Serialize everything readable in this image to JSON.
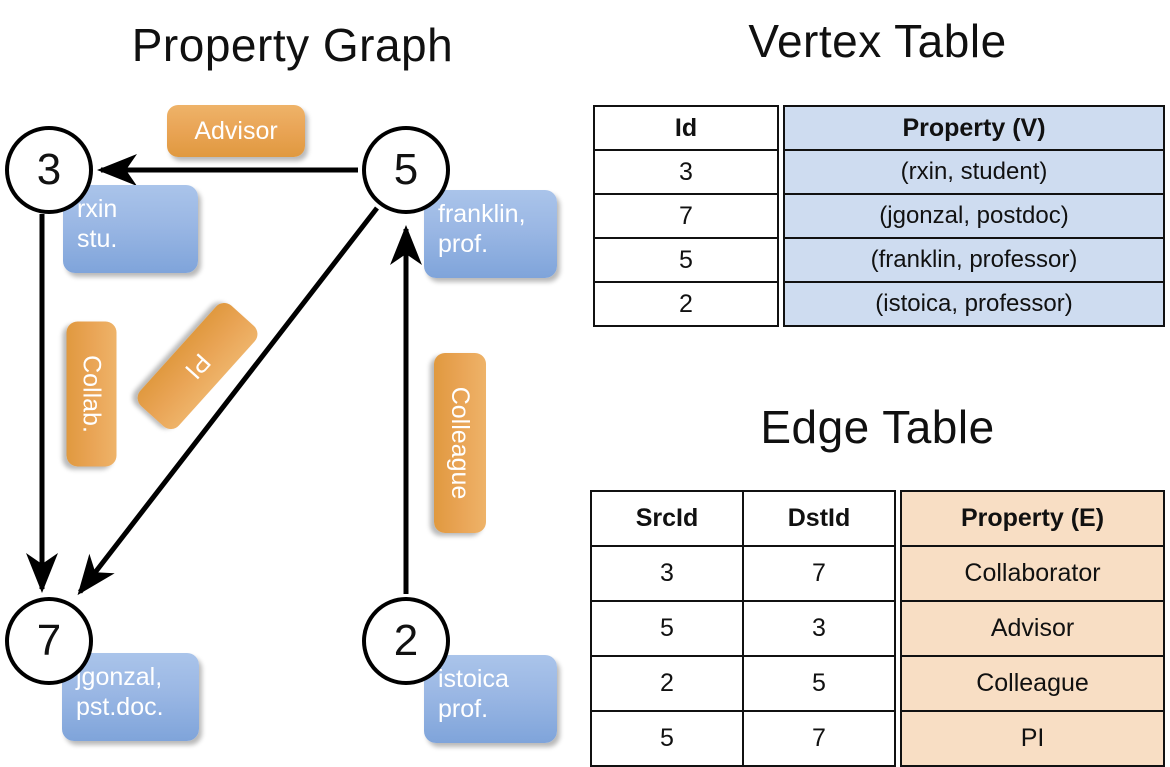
{
  "titles": {
    "property_graph": "Property Graph",
    "vertex_table": "Vertex Table",
    "edge_table": "Edge Table"
  },
  "graph": {
    "nodes": [
      {
        "id": "3",
        "property": "rxin\nstu."
      },
      {
        "id": "5",
        "property": "franklin,\nprof."
      },
      {
        "id": "7",
        "property": "jgonzal,\npst.doc."
      },
      {
        "id": "2",
        "property": "istoica\nprof."
      }
    ],
    "edge_labels": [
      {
        "name": "advisor",
        "label": "Advisor",
        "from": "5",
        "to": "3"
      },
      {
        "name": "collab",
        "label": "Collab.",
        "from": "3",
        "to": "7"
      },
      {
        "name": "pi",
        "label": "PI",
        "from": "5",
        "to": "7"
      },
      {
        "name": "colleague",
        "label": "Colleague",
        "from": "2",
        "to": "5"
      }
    ],
    "colors": {
      "node_fill": "#ffffff",
      "node_stroke": "#000000",
      "property_box": "#9ab7e4",
      "edge_label_box": "#e9a455",
      "edge_stroke": "#000000"
    }
  },
  "vertex_table": {
    "headers": [
      "Id",
      "Property (V)"
    ],
    "rows": [
      [
        "3",
        "(rxin, student)"
      ],
      [
        "7",
        "(jgonzal, postdoc)"
      ],
      [
        "5",
        "(franklin, professor)"
      ],
      [
        "2",
        "(istoica, professor)"
      ]
    ],
    "colors": {
      "header_property": "#cedcf0",
      "cell_property": "#cedcf0",
      "id_cell": "#ffffff"
    }
  },
  "edge_table": {
    "headers": [
      "SrcId",
      "DstId",
      "Property (E)"
    ],
    "rows": [
      [
        "3",
        "7",
        "Collaborator"
      ],
      [
        "5",
        "3",
        "Advisor"
      ],
      [
        "2",
        "5",
        "Colleague"
      ],
      [
        "5",
        "7",
        "PI"
      ]
    ],
    "colors": {
      "header_property": "#f8dec4",
      "cell_property": "#f8dec4",
      "id_cell": "#ffffff"
    }
  }
}
